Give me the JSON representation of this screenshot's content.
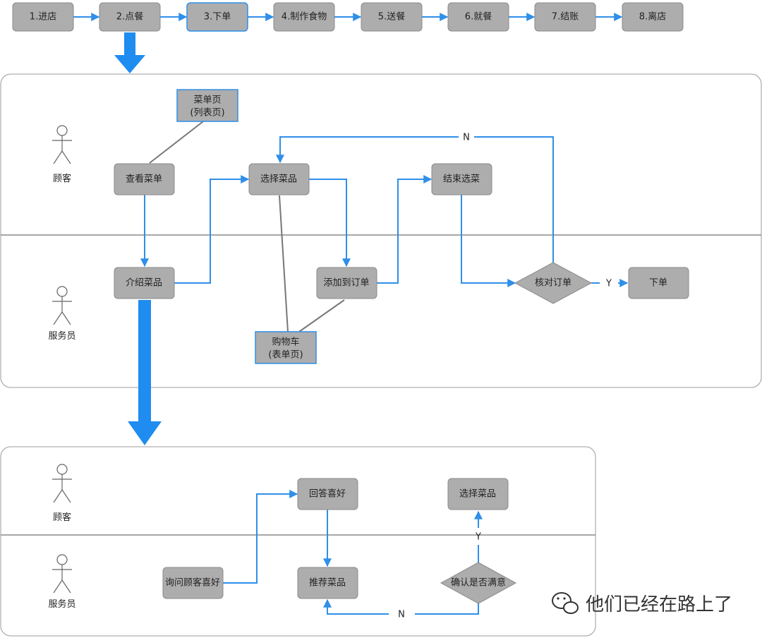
{
  "process_steps": [
    {
      "label": "1.进店"
    },
    {
      "label": "2.点餐"
    },
    {
      "label": "3.下单"
    },
    {
      "label": "4.制作食物"
    },
    {
      "label": "5.送餐"
    },
    {
      "label": "6.就餐"
    },
    {
      "label": "7.结账"
    },
    {
      "label": "8.离店"
    }
  ],
  "swimlane_1": {
    "lanes": {
      "customer": "顾客",
      "waiter": "服务员"
    },
    "menu_doc": {
      "line1": "菜单页",
      "line2": "(列表页)"
    },
    "cart_doc": {
      "line1": "购物车",
      "line2": "(表单页)"
    },
    "view_menu": "查看菜单",
    "select_dish": "选择菜品",
    "finish_select": "结束选菜",
    "intro_dish": "介绍菜品",
    "add_to_order": "添加到订单",
    "check_order": "核对订单",
    "place_order": "下单",
    "label_no": "N",
    "label_yes": "Y"
  },
  "swimlane_2": {
    "lanes": {
      "customer": "顾客",
      "waiter": "服务员"
    },
    "answer_pref": "回答喜好",
    "select_dish": "选择菜品",
    "ask_pref": "询问顾客喜好",
    "recommend": "推荐菜品",
    "confirm": "确认是否满意",
    "label_yes": "Y",
    "label_no": "N"
  },
  "watermark": "他们已经在路上了",
  "colors": {
    "flow": "#2f8fe9",
    "node_fill": "#adadad",
    "big_arrow": "#1f8cf0"
  }
}
